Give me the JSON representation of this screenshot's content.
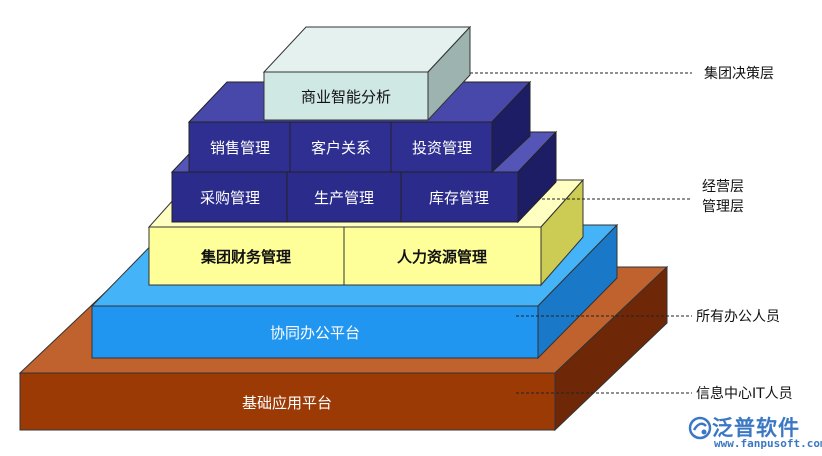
{
  "layers": {
    "base": "基础应用平台",
    "office": "协同办公平台",
    "finance": "集团财务管理",
    "hr": "人力资源管理",
    "purchase": "采购管理",
    "production": "生产管理",
    "inventory": "库存管理",
    "sales": "销售管理",
    "customer": "客户关系",
    "investment": "投资管理",
    "bi": "商业智能分析"
  },
  "side_labels": {
    "decision": "集团决策层",
    "operation_1": "经营层",
    "operation_2": "管理层",
    "staff": "所有办公人员",
    "it": "信息中心IT人员"
  },
  "watermark": {
    "name": "泛普软件",
    "url": "www.fanpusoft.com"
  },
  "colors": {
    "base": "#9c3a06",
    "office": "#2196f0",
    "yellow": "#ffff99",
    "navy": "#2b2b8c",
    "bi": "#cfe8e4",
    "accent": "#3b78c4"
  }
}
